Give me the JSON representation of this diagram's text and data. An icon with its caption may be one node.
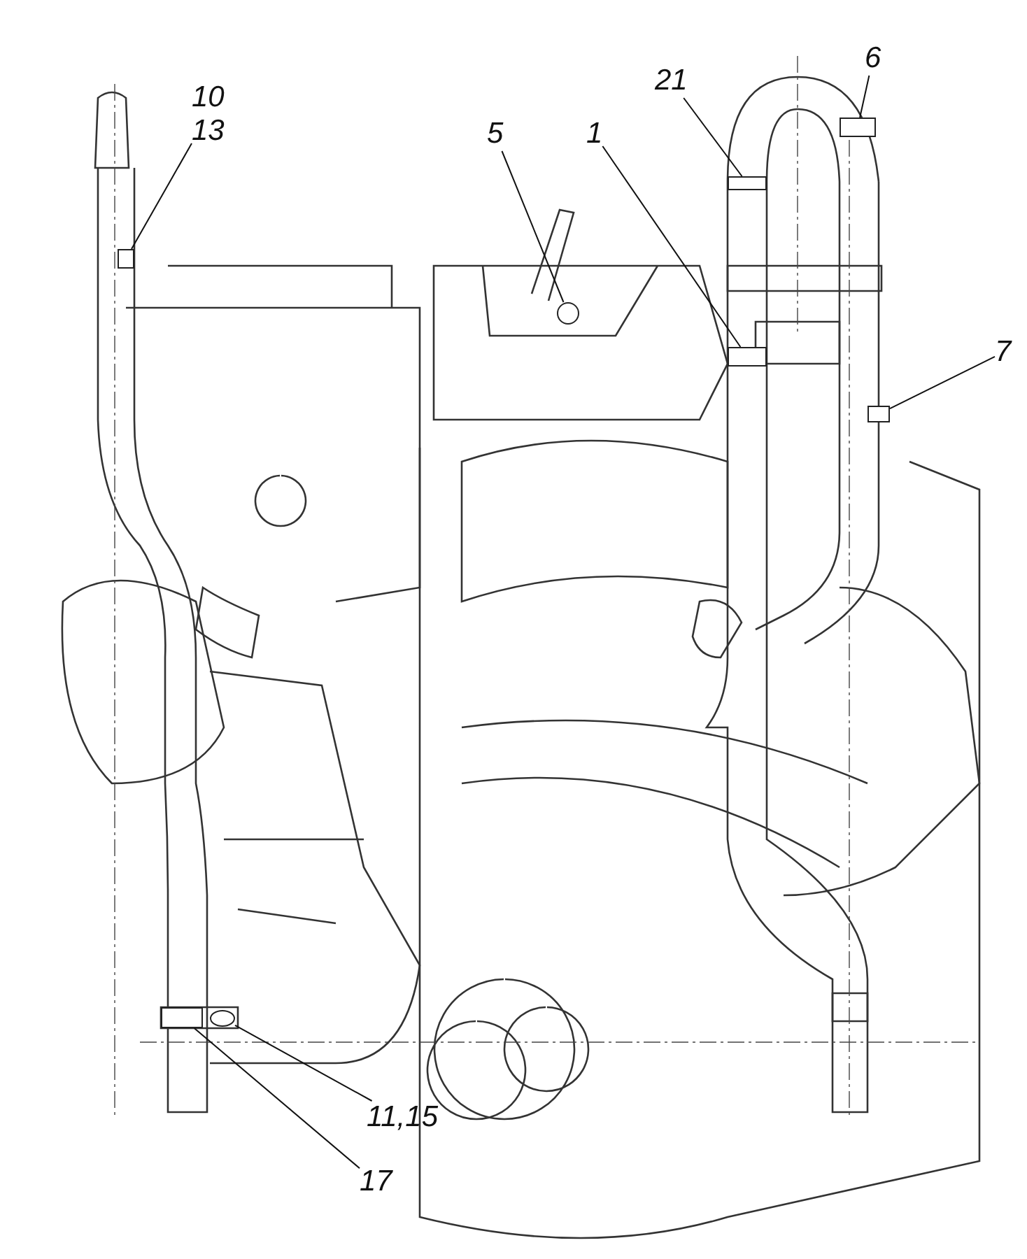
{
  "diagram": {
    "nodes": [
      {
        "text": [
          "10",
          "13"
        ]
      },
      {
        "text": [],
        "shape": "box"
      },
      {
        "text": [
          "21"
        ]
      },
      {
        "text": [],
        "shape": "box"
      },
      {
        "text": [
          "6"
        ]
      },
      {
        "text": [],
        "shape": "box"
      },
      {
        "text": [
          "5"
        ]
      },
      {
        "text": [],
        "shape": "circle"
      },
      {
        "text": [
          "1"
        ]
      },
      {
        "text": [],
        "shape": "box"
      },
      {
        "text": [
          "7"
        ]
      },
      {
        "text": [],
        "shape": "box"
      },
      {
        "text": [
          "11,15"
        ]
      },
      {
        "text": [],
        "shape": "circle"
      },
      {
        "text": [
          "17"
        ]
      },
      {
        "text": [],
        "shape": "box"
      }
    ],
    "edges": [
      {
        "from": 0,
        "to": 1,
        "arrow": "none"
      },
      {
        "from": 2,
        "to": 3,
        "arrow": "none"
      },
      {
        "from": 4,
        "to": 5,
        "arrow": "none"
      },
      {
        "from": 6,
        "to": 7,
        "arrow": "none"
      },
      {
        "from": 8,
        "to": 9,
        "arrow": "none"
      },
      {
        "from": 10,
        "to": 11,
        "arrow": "none"
      },
      {
        "from": 12,
        "to": 13,
        "arrow": "none"
      },
      {
        "from": 14,
        "to": 15,
        "arrow": "none"
      }
    ]
  }
}
